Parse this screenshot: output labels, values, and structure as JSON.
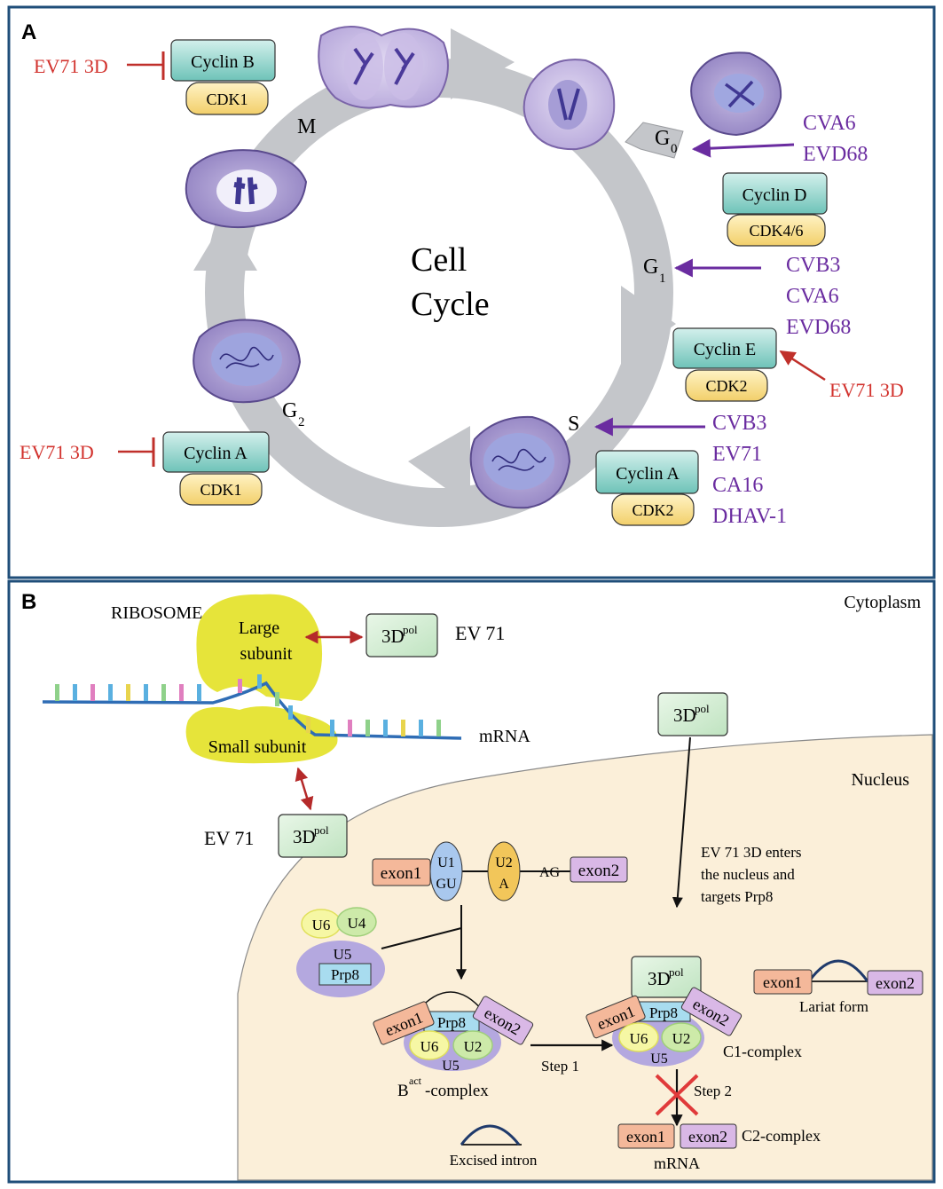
{
  "panel_a": {
    "letter": "A",
    "title_line1": "Cell",
    "title_line2": "Cycle",
    "phase_m": "M",
    "phase_g0_main": "G",
    "phase_g0_sub": "0",
    "phase_g1_main": "G",
    "phase_g1_sub": "1",
    "phase_g2_main": "G",
    "phase_g2_sub": "2",
    "phase_s": "S",
    "cyclin_b": "Cyclin B",
    "cdk1_top": "CDK1",
    "cyclin_d": "Cyclin D",
    "cdk46": "CDK4/6",
    "cyclin_e": "Cyclin E",
    "cdk2_e": "CDK2",
    "cyclin_a_left": "Cyclin A",
    "cdk1_bottom": "CDK1",
    "cyclin_a_right": "Cyclin A",
    "cdk2_a": "CDK2",
    "ev71_3d_b": "EV71 3D",
    "ev71_3d_e": "EV71 3D",
    "ev71_3d_a": "EV71 3D",
    "g0_viruses": [
      "CVA6",
      "EVD68"
    ],
    "g1_viruses": [
      "CVB3",
      "CVA6",
      "EVD68"
    ],
    "s_viruses": [
      "CVB3",
      "EV71",
      "CA16",
      "DHAV-1"
    ]
  },
  "panel_b": {
    "letter": "B",
    "cytoplasm": "Cytoplasm",
    "nucleus": "Nucleus",
    "ribosome": "RIBOSOME",
    "large_subunit_1": "Large",
    "large_subunit_2": "subunit",
    "small_subunit": "Small subunit",
    "mrna_label": "mRNA",
    "pol_main": "3D",
    "pol_sup": "pol",
    "ev71_top": "EV 71",
    "ev71_bottom": "EV 71",
    "enter_text": [
      "EV 71 3D enters",
      "the nucleus and",
      "targets Prp8"
    ],
    "exon1": "exon1",
    "exon2": "exon2",
    "u1": "U1",
    "gu": "GU",
    "u2": "U2",
    "a": "A",
    "ag": "AG",
    "u6": "U6",
    "u4": "U4",
    "u5": "U5",
    "prp8": "Prp8",
    "u2b": "U2",
    "bact_main": "B",
    "bact_sup": "act",
    "bact_rest": "-complex",
    "step1": "Step 1",
    "step2": "Step 2",
    "c1_complex": "C1-complex",
    "c2_complex": "C2-complex",
    "lariat": "Lariat form",
    "excised": "Excised intron",
    "mrna_bottom": "mRNA"
  },
  "colors": {
    "border": "#1f4e79",
    "purple_text": "#6a2ca0",
    "red_text": "#d2322d",
    "cyclin_fill": "#9fd8d0",
    "cdk_fill": "#f6d98a",
    "ring": "#c4c6ca",
    "nucleus_fill": "#fbefd9",
    "ribosome": "#e6e43a"
  }
}
